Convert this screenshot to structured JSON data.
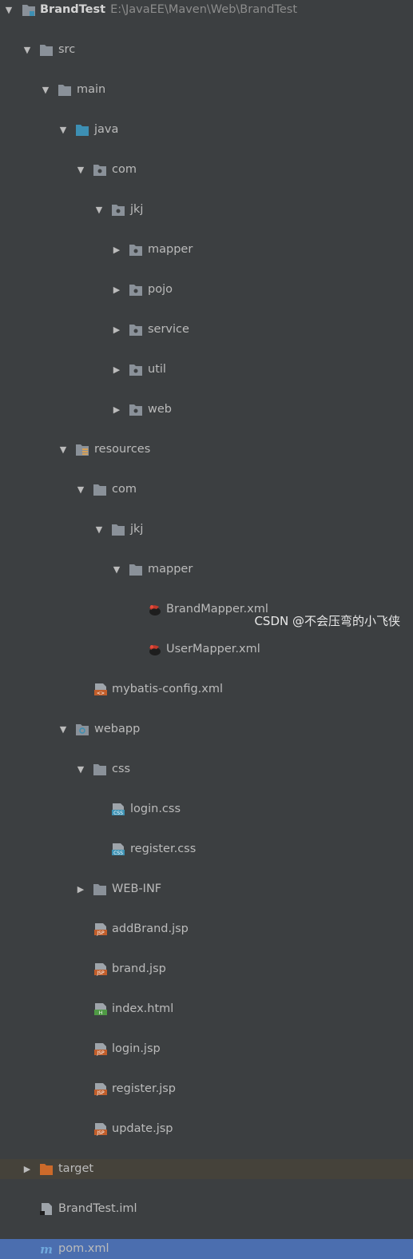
{
  "project": {
    "name": "BrandTest",
    "path": "E:\\JavaEE\\Maven\\Web\\BrandTest"
  },
  "tree": {
    "src": "src",
    "main": "main",
    "java": "java",
    "com": "com",
    "jkj": "jkj",
    "mapper": "mapper",
    "pojo": "pojo",
    "service": "service",
    "util": "util",
    "web": "web",
    "resources": "resources",
    "res_com": "com",
    "res_jkj": "jkj",
    "res_mapper": "mapper",
    "brand_mapper_xml": "BrandMapper.xml",
    "user_mapper_xml": "UserMapper.xml",
    "mybatis_config": "mybatis-config.xml",
    "webapp": "webapp",
    "css": "css",
    "login_css": "login.css",
    "register_css": "register.css",
    "web_inf": "WEB-INF",
    "add_brand_jsp": "addBrand.jsp",
    "brand_jsp": "brand.jsp",
    "index_html": "index.html",
    "login_jsp": "login.jsp",
    "register_jsp": "register.jsp",
    "update_jsp": "update.jsp",
    "target": "target",
    "brandtest_iml": "BrandTest.iml",
    "pom_xml": "pom.xml"
  },
  "icon_badges": {
    "jsp": "JSP",
    "css": "CSS",
    "html": "H",
    "xml": "<>"
  },
  "watermark": "CSDN @不会压弯的小飞侠",
  "colors": {
    "panel": "#3c3f41",
    "selected": "#4b6eaf",
    "folder": "#8a9199",
    "source_folder": "#3d8fb3",
    "target_folder": "#cc6a2a",
    "jsp": "#c15e2b",
    "css": "#3e93b5",
    "html": "#4f9a45"
  }
}
